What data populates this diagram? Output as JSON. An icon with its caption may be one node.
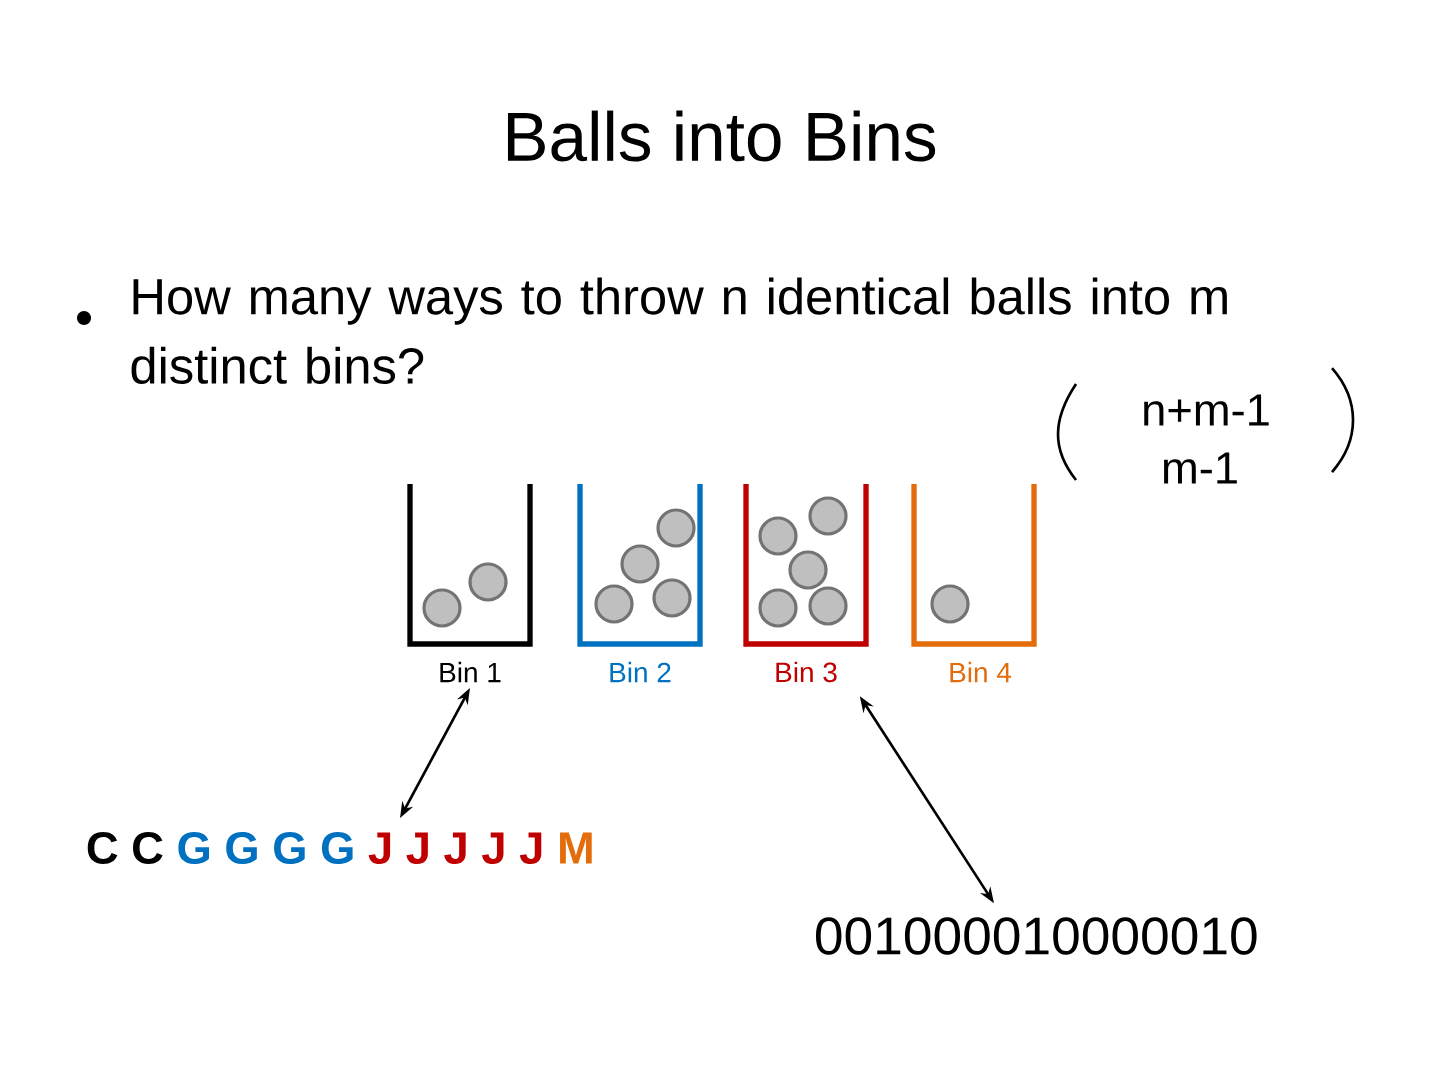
{
  "diagram": {
    "title": "Balls into Bins",
    "nodes": [
      {
        "text": [
          "Bin 1"
        ]
      },
      {
        "text": [
          "Bin 2"
        ]
      },
      {
        "text": [
          "Bin 3"
        ]
      },
      {
        "text": [
          "Bin 4"
        ]
      },
      {
        "text": [
          "C C",
          "G G G G",
          "J J J J J",
          "M"
        ]
      },
      {
        "text": [
          "001000010000010"
        ]
      }
    ],
    "edges": [
      {
        "from": 0,
        "to": 4,
        "arrow": "both"
      },
      {
        "from": 2,
        "to": 5,
        "arrow": "both"
      }
    ],
    "labels": [
      "How many ways to throw n identical balls into m distinct bins?",
      "n+m-1",
      "m-1"
    ]
  }
}
